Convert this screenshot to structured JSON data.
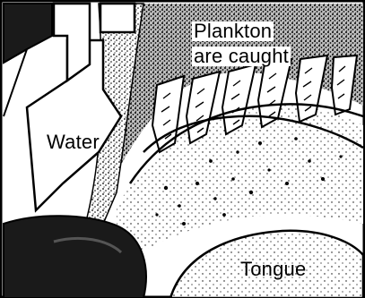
{
  "labels": {
    "plankton_line1": "Plankton",
    "plankton_line2": "are caught",
    "water": "Water",
    "tongue": "Tongue"
  },
  "colors": {
    "ink": "#000000",
    "paper": "#ffffff",
    "shade": "#6b6b6b"
  }
}
